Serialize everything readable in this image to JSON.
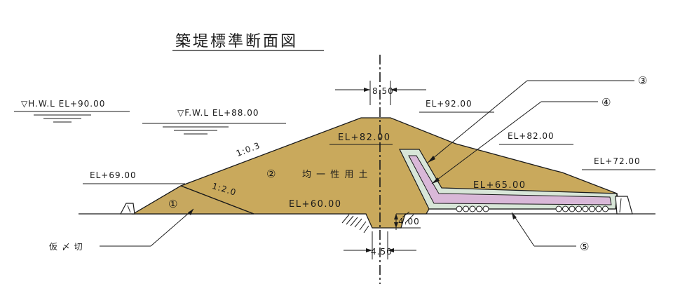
{
  "title": "築堤標準断面図",
  "colors": {
    "embankment": "#c9a95c",
    "cofferdam": "#c7a85f",
    "core_zone": "#d8e6d8",
    "filter_zone": "#d9b8d8",
    "line": "#1a1a1a"
  },
  "water_levels": {
    "hwl": "▽H.W.L EL+90.00",
    "fwl": "▽F.W.L EL+88.00"
  },
  "dimensions": {
    "crest_width": "8.50",
    "bottom_width": "4.50",
    "cutoff_depth": "4.00"
  },
  "elevations": {
    "left_berm": "EL+69.00",
    "crest": "EL+82.00",
    "base_left": "EL+60.00",
    "right_top": "EL+92.00",
    "right_berm": "EL+82.00",
    "drain": "EL+65.00",
    "right_toe": "EL+72.00"
  },
  "slopes": {
    "upper": "1:0.3",
    "lower": "1:2.0"
  },
  "zones": {
    "zone1": "①",
    "zone2": "②",
    "material": "均 一 性 用 土",
    "zone3": "③",
    "zone4": "④",
    "zone5": "⑤"
  },
  "notes": {
    "cutoff": "仮 〆 切"
  }
}
